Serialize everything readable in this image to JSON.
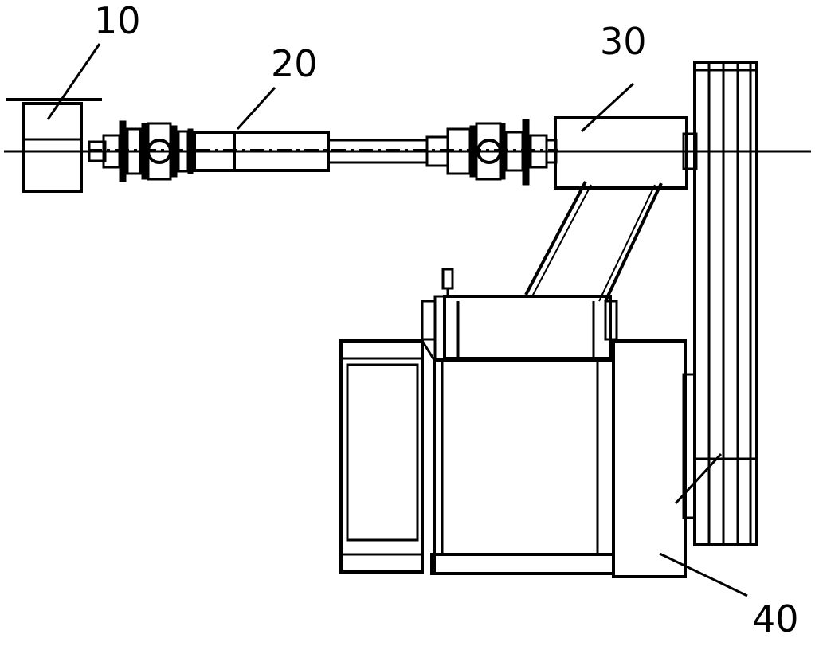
{
  "labels": {
    "part_10": "10",
    "part_20": "20",
    "part_30": "30",
    "part_40": "40"
  }
}
